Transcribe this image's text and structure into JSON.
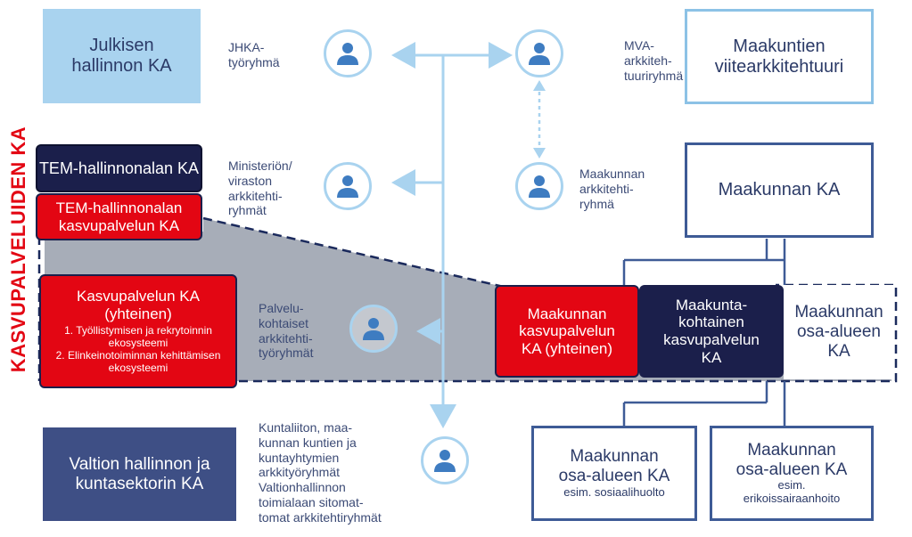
{
  "side_title": "KASVUPALVELUIDEN KA",
  "boxes": {
    "julkisen": "Julkisen\nhallinnon KA",
    "tem": "TEM-hallinnonalan KA",
    "tem_kasvu": "TEM-hallinnonalan\nkasvupalvelun KA",
    "kasvu_title": "Kasvupalvelun KA\n(yhteinen)",
    "kasvu_sub": "1. Työllistymisen ja rekrytoinnin\nekosysteemi\n2. Elinkeinotoiminnan kehittämisen\nekosysteemi",
    "valtio": "Valtion hallinnon ja\nkuntasektorin KA",
    "viite": "Maakuntien\nviitearkkitehtuuri",
    "maakunnan": "Maakunnan KA",
    "mk_kasvu": "Maakunnan\nkasvupalvelun\nKA (yhteinen)",
    "mk_kohtainen": "Maakunta-\nkohtainen\nkasvupalvelun\nKA",
    "mk_osa": "Maakunnan\nosa-alueen\nKA",
    "osa1_title": "Maakunnan\nosa-alueen KA",
    "osa1_sub": "esim. sosiaalihuolto",
    "osa2_title": "Maakunnan\nosa-alueen KA",
    "osa2_sub": "esim.\nerikoissairaanhoito"
  },
  "groups": {
    "jhka": "JHKA-\ntyöryhmä",
    "mva": "MVA-\narkkiteh-\ntuuriryhmä",
    "ministerio": "Ministeriön/\nviraston\narkkitehti-\nryhmät",
    "mk_ark": "Maakunnan\narkkitehti-\nryhmä",
    "palvelu": "Palvelu-\nkohtaiset\narkkitehti-\ntyöryhmät",
    "kunta": "Kuntaliiton, maa-\nkunnan kuntien ja\nkuntayhtymien\narkkityöryhmät\nValtionhallinnon\ntoimialaan sitomat-\ntomat arkkitehtiryhmät"
  },
  "icons": [
    "user-group-icon"
  ],
  "colors": {
    "red": "#e30613",
    "navy": "#1b1f4b",
    "light_blue": "#a9d3ef",
    "slate": "#3e4f85",
    "outline": "#3e5b96",
    "gray": "#a7adb8"
  }
}
